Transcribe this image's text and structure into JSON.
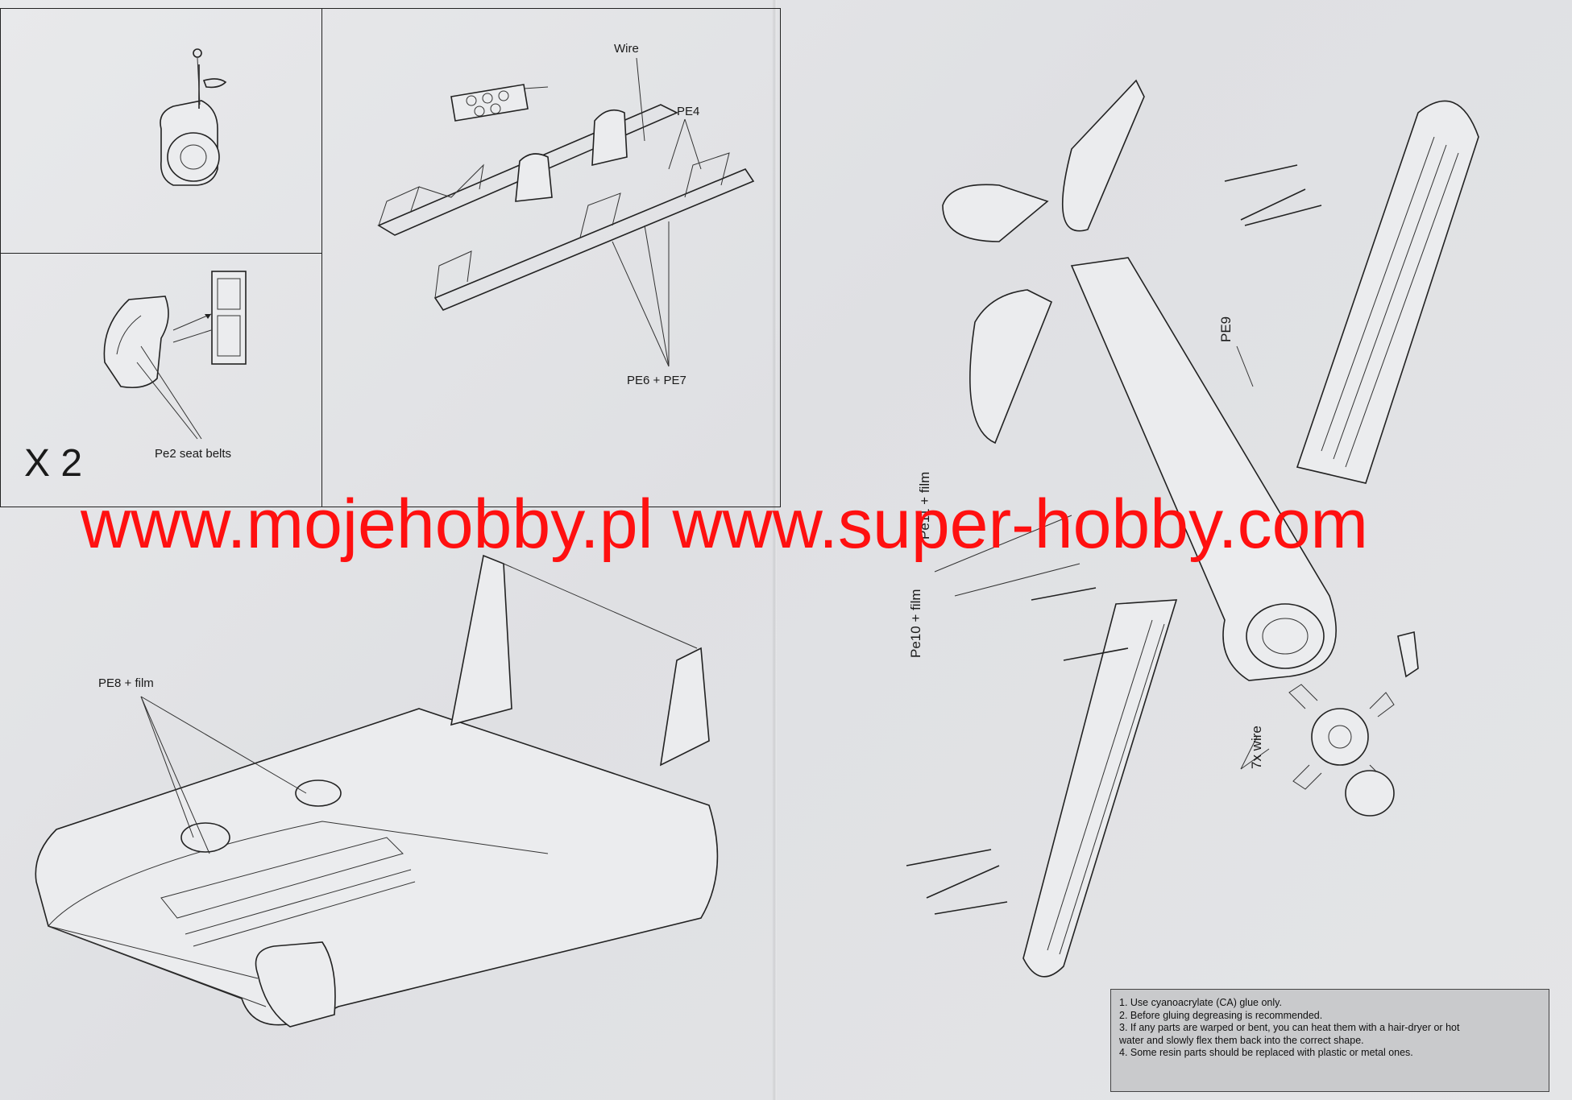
{
  "labels": {
    "wire": "Wire",
    "pe4": "PE4",
    "pe6_pe7": "PE6 + PE7",
    "pe2_seat_belts": "Pe2 seat belts",
    "multiplier": "X 2",
    "pe8_film": "PE8 + film",
    "pe9": "PE9",
    "pe11_film": "Pe11 + film",
    "pe10_film": "Pe10 + film",
    "wire_7x": "7x wire"
  },
  "watermark": {
    "text": "www.mojehobby.pl www.super-hobby.com",
    "color": "#ff1010"
  },
  "notes": [
    "1. Use cyanoacrylate (CA) glue only.",
    "2. Before gluing degreasing is recommended.",
    "3. If any parts are warped or bent, you can heat them with a hair-dryer or hot",
    "   water and slowly flex them back into the correct shape.",
    "4. Some resin parts should be replaced with plastic or metal ones."
  ]
}
